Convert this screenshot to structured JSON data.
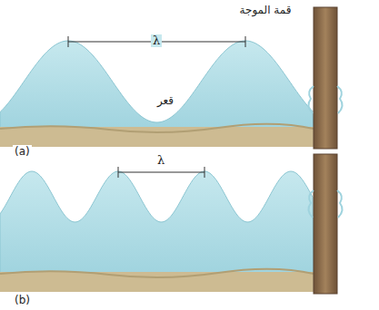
{
  "diagram": {
    "labels": [
      "قمة الموجة",
      "λ",
      "قعر",
      "(a)",
      "λ",
      "(b)"
    ]
  }
}
